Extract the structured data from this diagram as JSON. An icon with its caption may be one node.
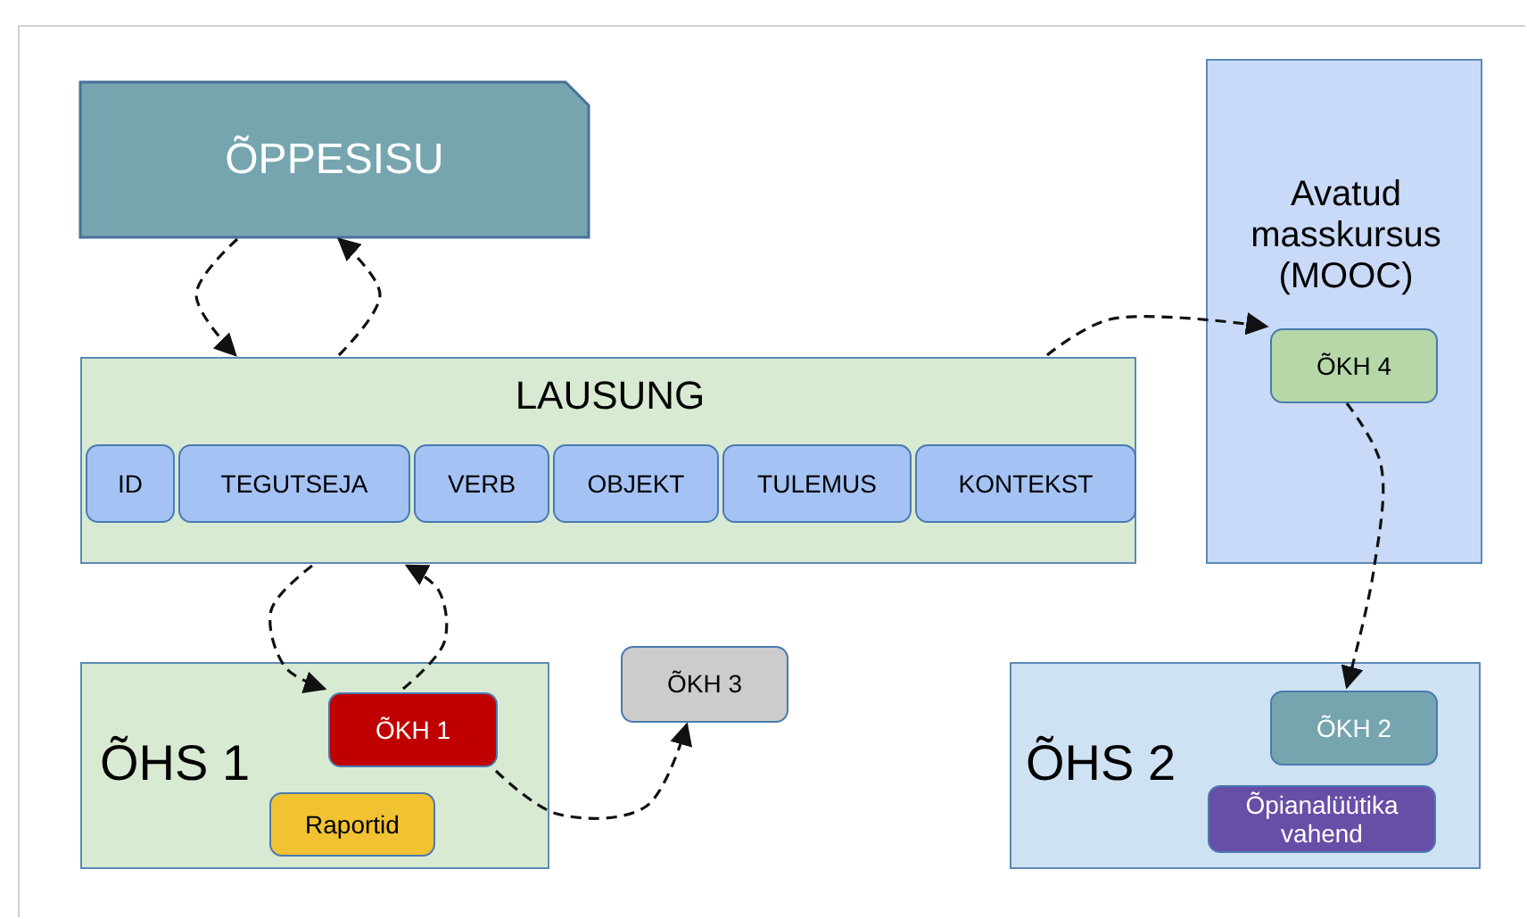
{
  "diagram": {
    "nodes": [
      {
        "text": [
          "ÕPPESISU"
        ]
      },
      {
        "text": [
          "LAUSUNG"
        ]
      },
      {
        "text": [
          "ID"
        ],
        "in": 1
      },
      {
        "text": [
          "TEGUTSEJA"
        ],
        "in": 1
      },
      {
        "text": [
          "VERB"
        ],
        "in": 1
      },
      {
        "text": [
          "OBJEKT"
        ],
        "in": 1
      },
      {
        "text": [
          "TULEMUS"
        ],
        "in": 1
      },
      {
        "text": [
          "KONTEKST"
        ],
        "in": 1
      },
      {
        "text": [
          "Avatud masskursus (MOOC)"
        ]
      },
      {
        "text": [
          "ÕKH 4"
        ],
        "in": 8
      },
      {
        "text": [
          "ÕHS 1"
        ]
      },
      {
        "text": [
          "ÕKH 1"
        ],
        "in": 10
      },
      {
        "text": [
          "Raportid"
        ],
        "in": 10
      },
      {
        "text": [
          "ÕKH 3"
        ]
      },
      {
        "text": [
          "ÕHS 2"
        ]
      },
      {
        "text": [
          "ÕKH 2"
        ],
        "in": 14
      },
      {
        "text": [
          "Õpianalüütika vahend"
        ],
        "in": 14
      }
    ],
    "edges": [
      {
        "from": 0,
        "to": 1,
        "arrow": "to",
        "style": "dashed"
      },
      {
        "from": 1,
        "to": 0,
        "arrow": "to",
        "style": "dashed"
      },
      {
        "from": 1,
        "to": 11,
        "arrow": "to",
        "style": "dashed"
      },
      {
        "from": 11,
        "to": 1,
        "arrow": "to",
        "style": "dashed"
      },
      {
        "from": 11,
        "to": 13,
        "arrow": "to",
        "style": "dashed"
      },
      {
        "from": 1,
        "to": 9,
        "arrow": "to",
        "style": "dashed"
      },
      {
        "from": 9,
        "to": 15,
        "arrow": "to",
        "style": "dashed"
      }
    ]
  }
}
